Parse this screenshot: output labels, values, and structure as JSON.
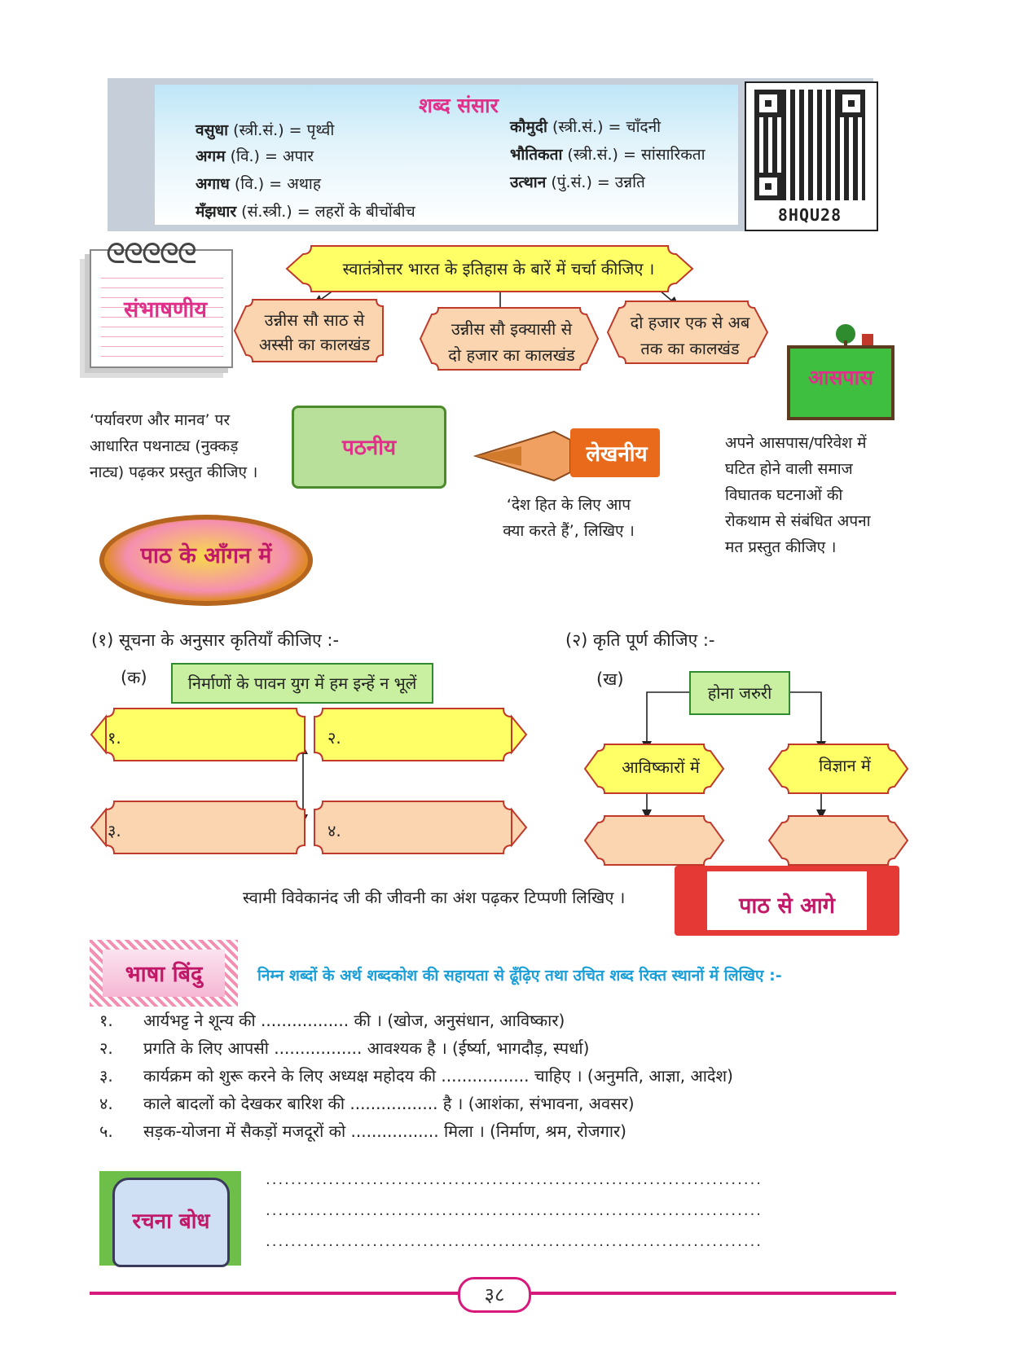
{
  "glossary": {
    "title": "शब्द संसार",
    "left": [
      {
        "word": "वसुधा",
        "gram": "(स्त्री.सं.)",
        "meaning": "= पृथ्वी"
      },
      {
        "word": "अगम",
        "gram": "(वि.)",
        "meaning": "= अपार"
      },
      {
        "word": "अगाध",
        "gram": "(वि.)",
        "meaning": "= अथाह"
      },
      {
        "word": "मँझधार",
        "gram": "(सं.स्त्री.)",
        "meaning": "= लहरों के बीचोंबीच"
      }
    ],
    "right": [
      {
        "word": "कौमुदी",
        "gram": "(स्त्री.सं.)",
        "meaning": "= चाँदनी"
      },
      {
        "word": "भौतिकता",
        "gram": "(स्त्री.सं.)",
        "meaning": "= सांसारिकता"
      },
      {
        "word": "उत्थान",
        "gram": "(पुं.सं.)",
        "meaning": "= उन्नति"
      }
    ],
    "qr_code": "8HQU28"
  },
  "sambhashaniya": {
    "label": "संभाषणीय",
    "prompt": "स्वातंत्रोत्तर भारत के इतिहास के बारें में चर्चा कीजिए ।",
    "periods": [
      [
        "उन्नीस सौ साठ से",
        "अस्सी का कालखंड"
      ],
      [
        "उन्नीस सौ इक्यासी से",
        "दो हजार का कालखंड"
      ],
      [
        "दो हजार एक से अब",
        "तक का कालखंड"
      ]
    ]
  },
  "aaspaas": {
    "label": "आसपास",
    "text": [
      "अपने आसपास/परिवेश में",
      "घटित होने वाली समाज",
      "विघातक घटनाओं की",
      "रोकथाम से संबंधित अपना",
      "मत प्रस्तुत कीजिए ।"
    ]
  },
  "pathaniya": {
    "label": "पठनीय",
    "text": [
      "‘पर्यावरण और मानव’ पर",
      "आधारित पथनाट्य (नुक्कड़",
      "नाट्य) पढ़कर प्रस्तुत कीजिए ।"
    ]
  },
  "lekhaniya": {
    "label": "लेखनीय",
    "text": [
      "‘देश हित के लिए आप",
      "क्या करते हैं’, लिखिए ।"
    ]
  },
  "path_aangan": {
    "label": "पाठ के आँगन में"
  },
  "task1": {
    "heading": "(१) सूचना  के अनुसार कृतियाँ कीजिए :-",
    "sub": "(क)",
    "box": "निर्माणों के पावन युग में हम इन्हें न भूलें",
    "items": [
      "१.",
      "२.",
      "३.",
      "४."
    ]
  },
  "task2": {
    "heading": "(२) कृति पूर्ण कीजिए :-",
    "sub": "(ख)",
    "box": "होना जरुरी",
    "left": "आविष्कारों में",
    "right": "विज्ञान में"
  },
  "path_aage": {
    "label": "पाठ से आगे",
    "text": "स्वामी विवेकानंद जी की जीवनी का अंश पढ़कर टिप्पणी लिखिए ।"
  },
  "bhasha": {
    "label": "भाषा बिंदु",
    "instruction": "निम्न शब्दों के अर्थ शब्दकोश की सहायता से ढूँढ़िए तथा उचित शब्द रिक्त स्थानों में लिखिए :-",
    "items": [
      {
        "num": "१.",
        "text": "आर्यभट्ट ने शून्य की ................. की । (खोज, अनुसंधान, आविष्कार)"
      },
      {
        "num": "२.",
        "text": "प्रगति के लिए आपसी ................. आवश्यक है । (ईर्ष्या, भागदौड़, स्पर्धा)"
      },
      {
        "num": "३.",
        "text": "कार्यक्रम को शुरू करने के लिए अध्यक्ष महोदय की ................. चाहिए । (अनुमति, आज्ञा, आदेश)"
      },
      {
        "num": "४.",
        "text": "काले बादलों को देखकर बारिश की ................. है । (आशंका, संभावना, अवसर)"
      },
      {
        "num": "५.",
        "text": "सड़क-योजना में सैकड़ों मजदूरों को ................. मिला । (निर्माण, श्रम, रोजगार)"
      }
    ]
  },
  "rachna": {
    "label": "रचना बोध",
    "lines": [
      "...............................................................................",
      "...............................................................................",
      "..............................................................................."
    ]
  },
  "page_number": "३८"
}
